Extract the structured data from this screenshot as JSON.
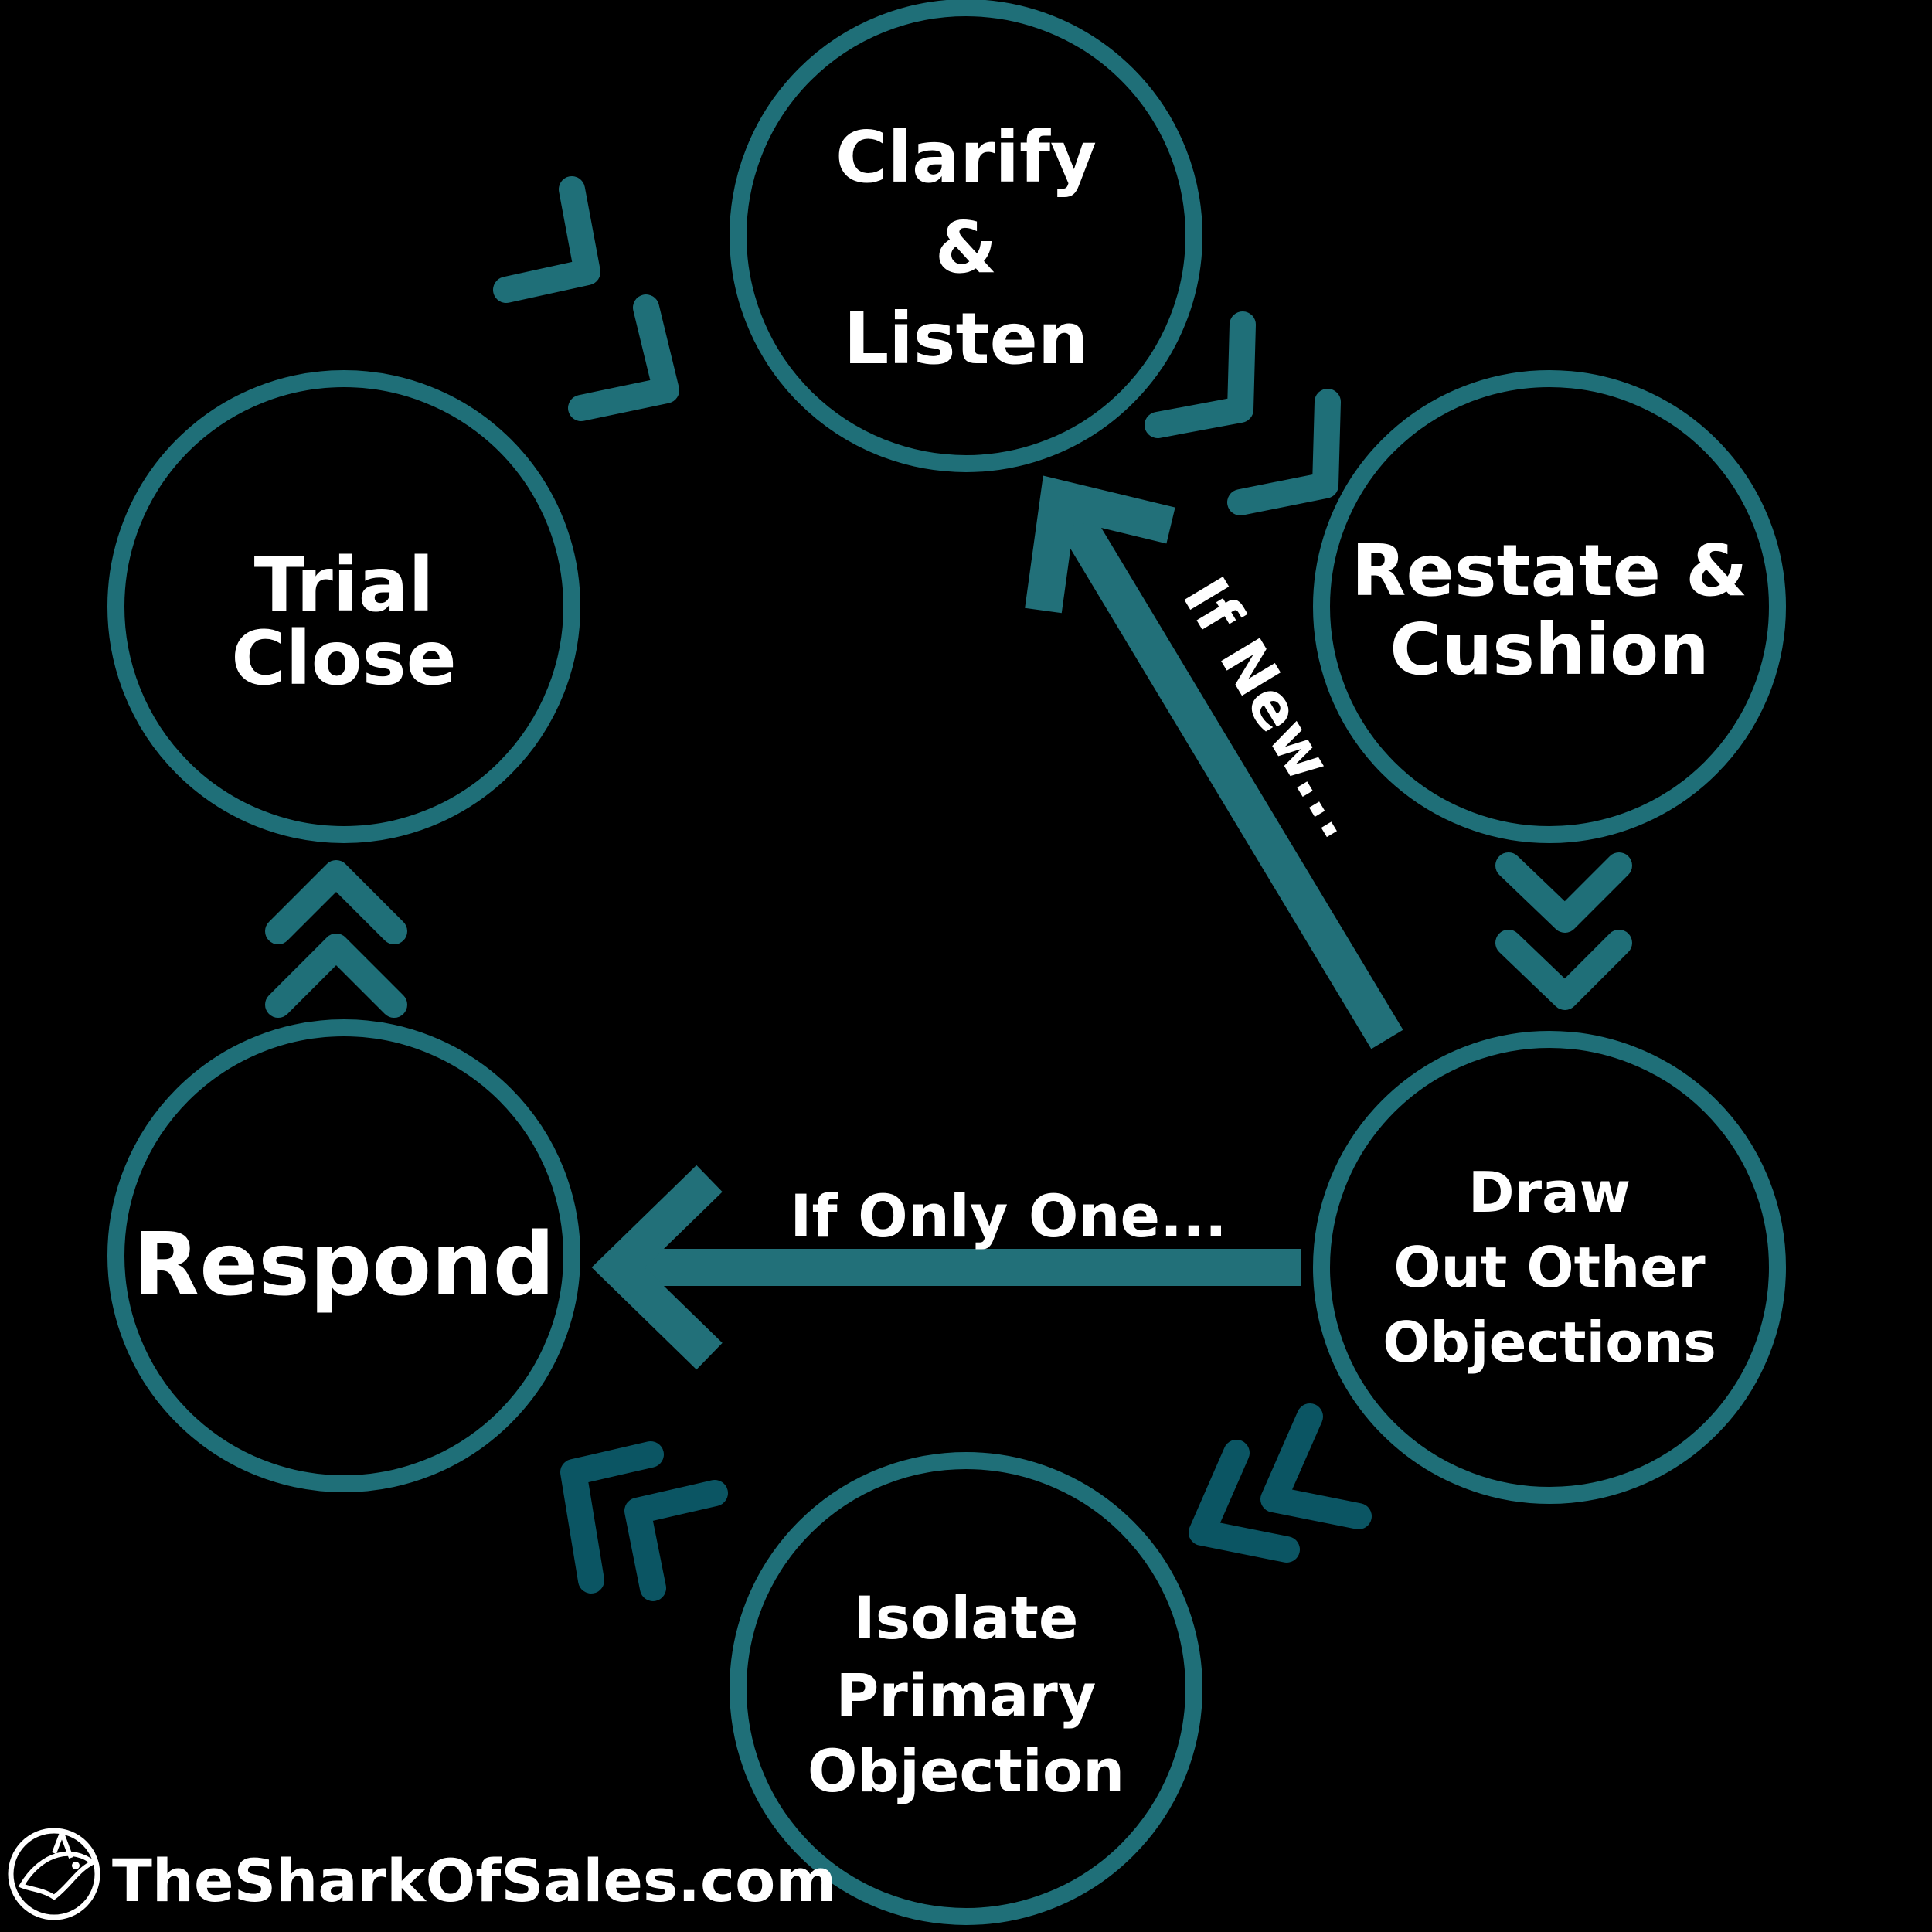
{
  "nodes": {
    "clarify": {
      "lines": [
        "Clarify",
        "&",
        "Listen"
      ]
    },
    "restate": {
      "lines": [
        "Restate &",
        "Cushion"
      ]
    },
    "draw_out": {
      "lines": [
        "Draw",
        "Out Other",
        "Objections"
      ]
    },
    "isolate": {
      "lines": [
        "Isolate",
        "Primary",
        "Objection"
      ]
    },
    "respond": {
      "lines": [
        "Respond"
      ]
    },
    "trial_close": {
      "lines": [
        "Trial",
        "Close"
      ]
    }
  },
  "arrow_labels": {
    "if_new": "If New...",
    "if_only_one": "If Only One..."
  },
  "footer": {
    "brand": "TheSharkOfSales.com",
    "logo_icon": "shark-logo-icon"
  },
  "colors": {
    "background": "#000000",
    "accent": "#1f6f78",
    "accent_dark": "#0b5563",
    "text": "#ffffff"
  }
}
